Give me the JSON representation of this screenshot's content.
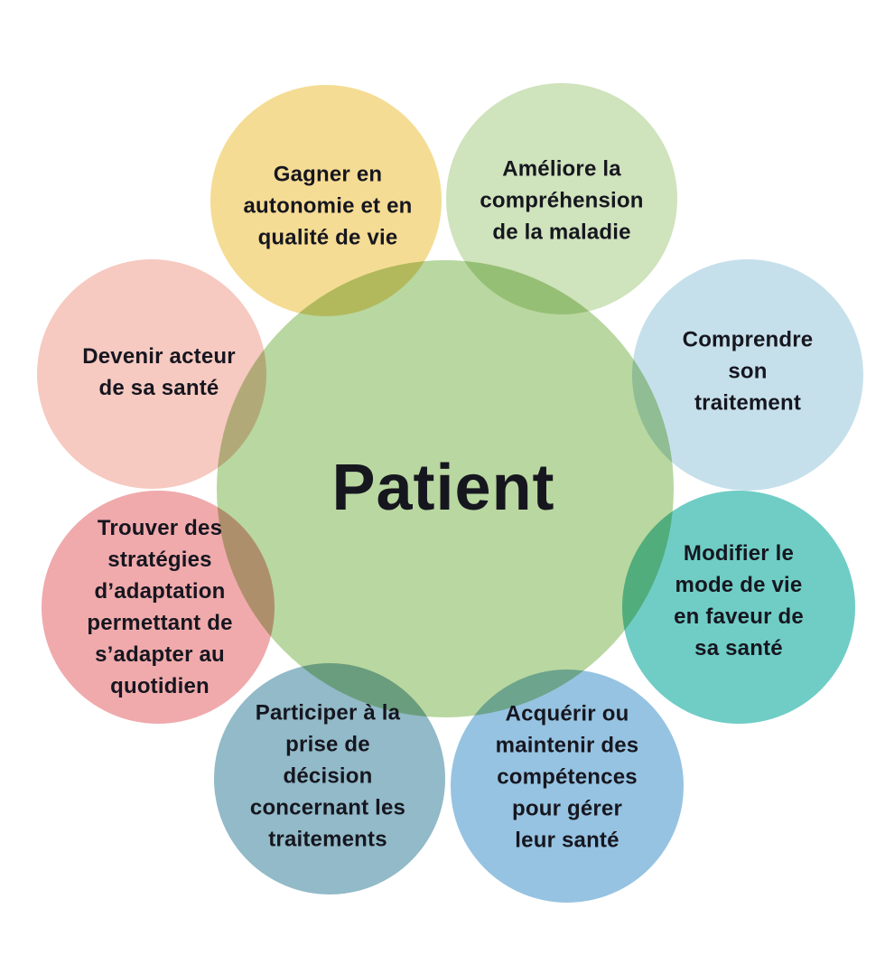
{
  "diagram": {
    "background": "#FFFFFF",
    "text_color": "#16161F",
    "center": {
      "label": "Patient",
      "color": "#B9D7A0"
    },
    "satellites": {
      "autonomie": {
        "label": "Gagner en\nautonomie et en\nqualité de vie",
        "color": "#F5DC94",
        "position": "top-left"
      },
      "comprehension": {
        "label": "Améliore la\ncompréhension\nde la maladie",
        "color": "#CFE3BC",
        "position": "top-right"
      },
      "traitement": {
        "label": "Comprendre\nson traitement",
        "color": "#C6E0EB",
        "position": "right-upper"
      },
      "mode_de_vie": {
        "label": "Modifier le\nmode de vie\nen faveur de\nsa santé",
        "color": "#6FCDC5",
        "position": "right-lower"
      },
      "competences": {
        "label": "Acquérir ou\nmaintenir des\ncompétences\npour gérer\nleur santé",
        "color": "#96C3E1",
        "position": "bottom-right"
      },
      "decision": {
        "label": "Participer à la\nprise de\ndécision\nconcernant les\ntraitements",
        "color": "#92BAC8",
        "position": "bottom-left"
      },
      "strategies": {
        "label": "Trouver des\nstratégies\nd’adaptation\npermettant de\ns’adapter au\nquotidien",
        "color": "#F0AAAC",
        "position": "left-lower"
      },
      "acteur": {
        "label": "Devenir acteur\nde sa santé",
        "color": "#F6C9C1",
        "position": "left-upper"
      }
    }
  }
}
